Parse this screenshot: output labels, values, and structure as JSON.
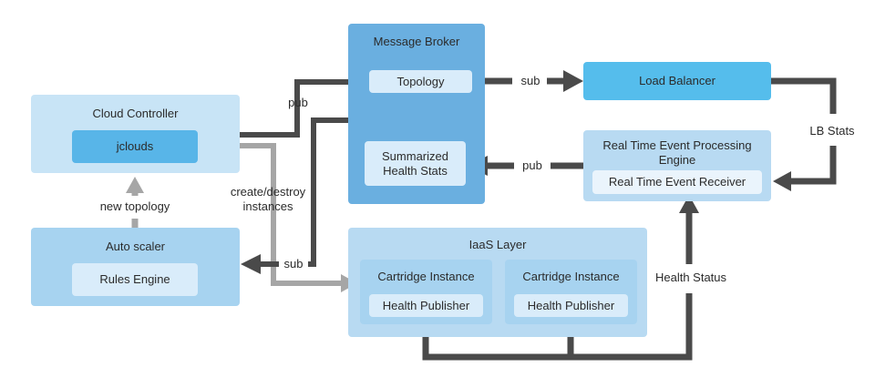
{
  "nodes": {
    "message_broker": {
      "title": "Message Broker",
      "topology": "Topology",
      "summarized": "Summarized\nHealth Stats"
    },
    "load_balancer": {
      "label": "Load Balancer"
    },
    "cloud_controller": {
      "title": "Cloud Controller",
      "jclouds": "jclouds"
    },
    "auto_scaler": {
      "title": "Auto scaler",
      "rules_engine": "Rules Engine"
    },
    "rtep": {
      "title": "Real Time Event Processing\nEngine",
      "receiver": "Real Time Event Receiver"
    },
    "iaas": {
      "title": "IaaS Layer",
      "cartridges": [
        {
          "title": "Cartridge Instance",
          "publisher": "Health Publisher"
        },
        {
          "title": "Cartridge Instance",
          "publisher": "Health Publisher"
        }
      ]
    }
  },
  "edges": {
    "pub_cc": "pub",
    "sub_lb": "sub",
    "pub_rtep": "pub",
    "lb_stats": "LB Stats",
    "new_topology": "new topology",
    "create_destroy": "create/destroy\ninstances",
    "sub_as": "sub",
    "health_status": "Health Status"
  },
  "colors": {
    "dark_arrow": "#4a4a4a",
    "gray_arrow": "#a6a6a6",
    "broker": "#6aafe0",
    "load_balancer": "#55bdec"
  }
}
